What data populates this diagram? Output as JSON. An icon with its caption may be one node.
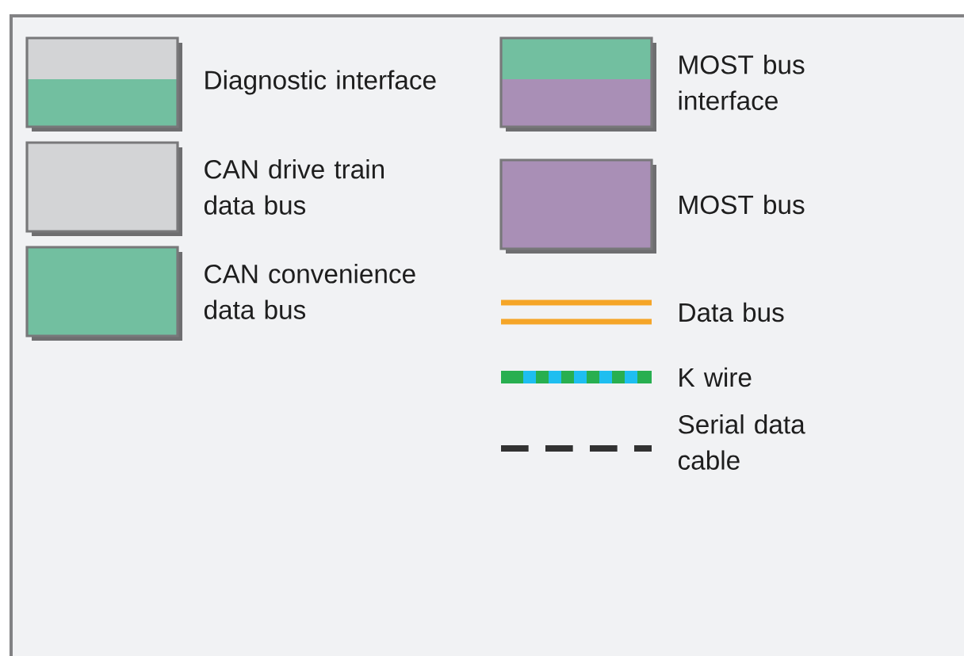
{
  "diagram": {
    "legend": [
      {
        "text": "Diagnostic interface"
      },
      {
        "text": "CAN drive train data bus",
        "color": "#d3d4d6"
      },
      {
        "text": "CAN convenience data bus",
        "color": "#72bfa0"
      },
      {
        "text": "MOST bus interface"
      },
      {
        "text": "MOST bus",
        "color": "#a98fb6"
      },
      {
        "text": "Data bus"
      },
      {
        "text": "K wire"
      },
      {
        "text": "Serial data cable"
      }
    ]
  }
}
